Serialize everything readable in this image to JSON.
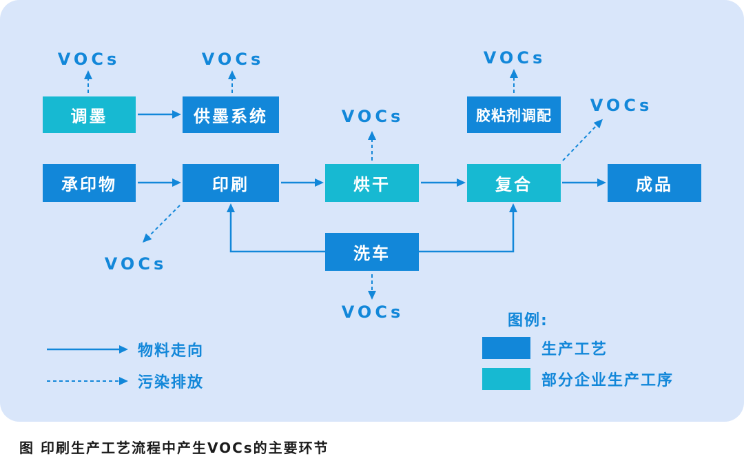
{
  "diagram": {
    "vocs_label": "VOCs",
    "nodes": {
      "ink_mixing": {
        "label": "调墨",
        "type": "partial"
      },
      "ink_supply_system": {
        "label": "供墨系统",
        "type": "process"
      },
      "adhesive_preparation": {
        "label": "胶粘剂调配",
        "type": "process"
      },
      "substrate": {
        "label": "承印物",
        "type": "process"
      },
      "printing": {
        "label": "印刷",
        "type": "process"
      },
      "drying": {
        "label": "烘干",
        "type": "partial"
      },
      "laminating": {
        "label": "复合",
        "type": "partial"
      },
      "finished_product": {
        "label": "成品",
        "type": "process"
      },
      "plate_washing": {
        "label": "洗车",
        "type": "process"
      }
    },
    "colors": {
      "panel_background": "#d9e6fa",
      "process_blue": "#1287d9",
      "partial_cyan": "#17b9d2",
      "arrow_blue": "#1287d9"
    }
  },
  "legend": {
    "material_flow_label": "物料走向",
    "pollution_emission_label": "污染排放",
    "key_title": "图例:",
    "process_label": "生产工艺",
    "partial_process_label": "部分企业生产工序"
  },
  "caption": "图 印刷生产工艺流程中产生VOCs的主要环节"
}
